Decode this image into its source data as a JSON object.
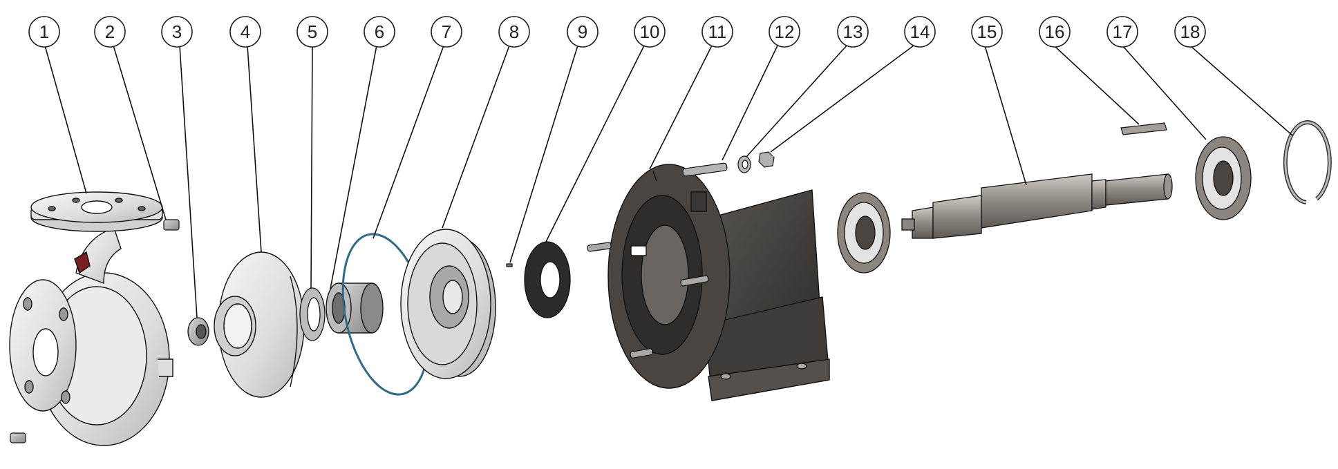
{
  "diagram": {
    "type": "exploded-view",
    "callouts": [
      {
        "label": "1"
      },
      {
        "label": "2"
      },
      {
        "label": "3"
      },
      {
        "label": "4"
      },
      {
        "label": "5"
      },
      {
        "label": "6"
      },
      {
        "label": "7"
      },
      {
        "label": "8"
      },
      {
        "label": "9"
      },
      {
        "label": "10"
      },
      {
        "label": "11"
      },
      {
        "label": "12"
      },
      {
        "label": "13"
      },
      {
        "label": "14"
      },
      {
        "label": "15"
      },
      {
        "label": "16"
      },
      {
        "label": "17"
      },
      {
        "label": "18"
      }
    ],
    "colors": {
      "casing_light": "#e6e6e6",
      "metal_mid": "#9a9a9a",
      "metal_dark": "#555555",
      "bracket_dark": "#3a3633",
      "oring_blue": "#2e6b86",
      "gasket_black": "#222222",
      "outline": "#111111"
    }
  }
}
